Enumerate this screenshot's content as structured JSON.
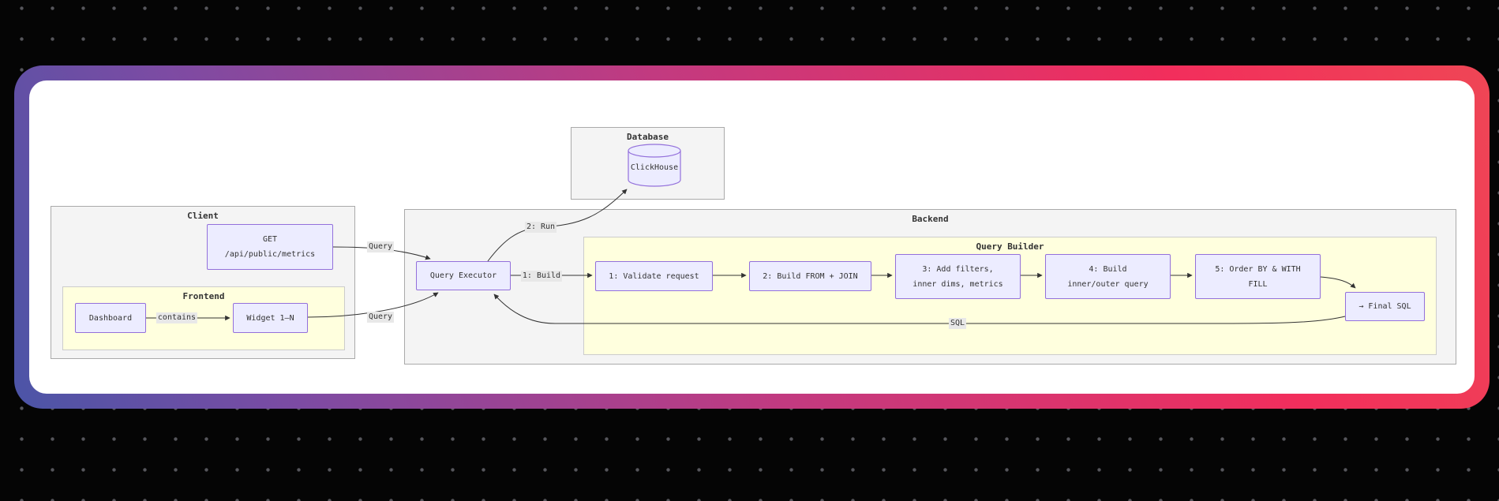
{
  "diagram": {
    "clusters": {
      "database": {
        "label": "Database"
      },
      "client": {
        "label": "Client"
      },
      "frontend": {
        "label": "Frontend"
      },
      "backend": {
        "label": "Backend"
      },
      "query_builder": {
        "label": "Query Builder"
      }
    },
    "nodes": {
      "clickhouse": {
        "label": "ClickHouse"
      },
      "get_endpoint": {
        "line1": "GET",
        "line2": "/api/public/metrics"
      },
      "dashboard": {
        "label": "Dashboard"
      },
      "widget": {
        "label": "Widget 1–N"
      },
      "query_executor": {
        "label": "Query Executor"
      },
      "validate": {
        "label": "1: Validate request"
      },
      "build_from_join": {
        "label": "2: Build FROM + JOIN"
      },
      "add_filters": {
        "line1": "3: Add filters,",
        "line2": "inner dims, metrics"
      },
      "build_inner_outer": {
        "line1": "4: Build",
        "line2": "inner/outer query"
      },
      "order_by_fill": {
        "line1": "5: Order BY & WITH",
        "line2": "FILL"
      },
      "final_sql": {
        "label": "→ Final SQL"
      }
    },
    "edge_labels": {
      "query_top": "Query",
      "query_bottom": "Query",
      "contains": "contains",
      "build": "1: Build",
      "run": "2: Run",
      "sql": "SQL"
    },
    "colors": {
      "node_fill": "#ECECFF",
      "node_border": "#9370DB",
      "cluster_fill": "#F4F4F4",
      "inner_cluster_fill": "#FFFFDE",
      "edge_stroke": "#333333",
      "gradient_start": "#4B55A7",
      "gradient_mid1": "#7D4BA3",
      "gradient_mid2": "#C23A80",
      "gradient_end": "#F22E5C",
      "gradient_end2": "#EF4655"
    }
  }
}
